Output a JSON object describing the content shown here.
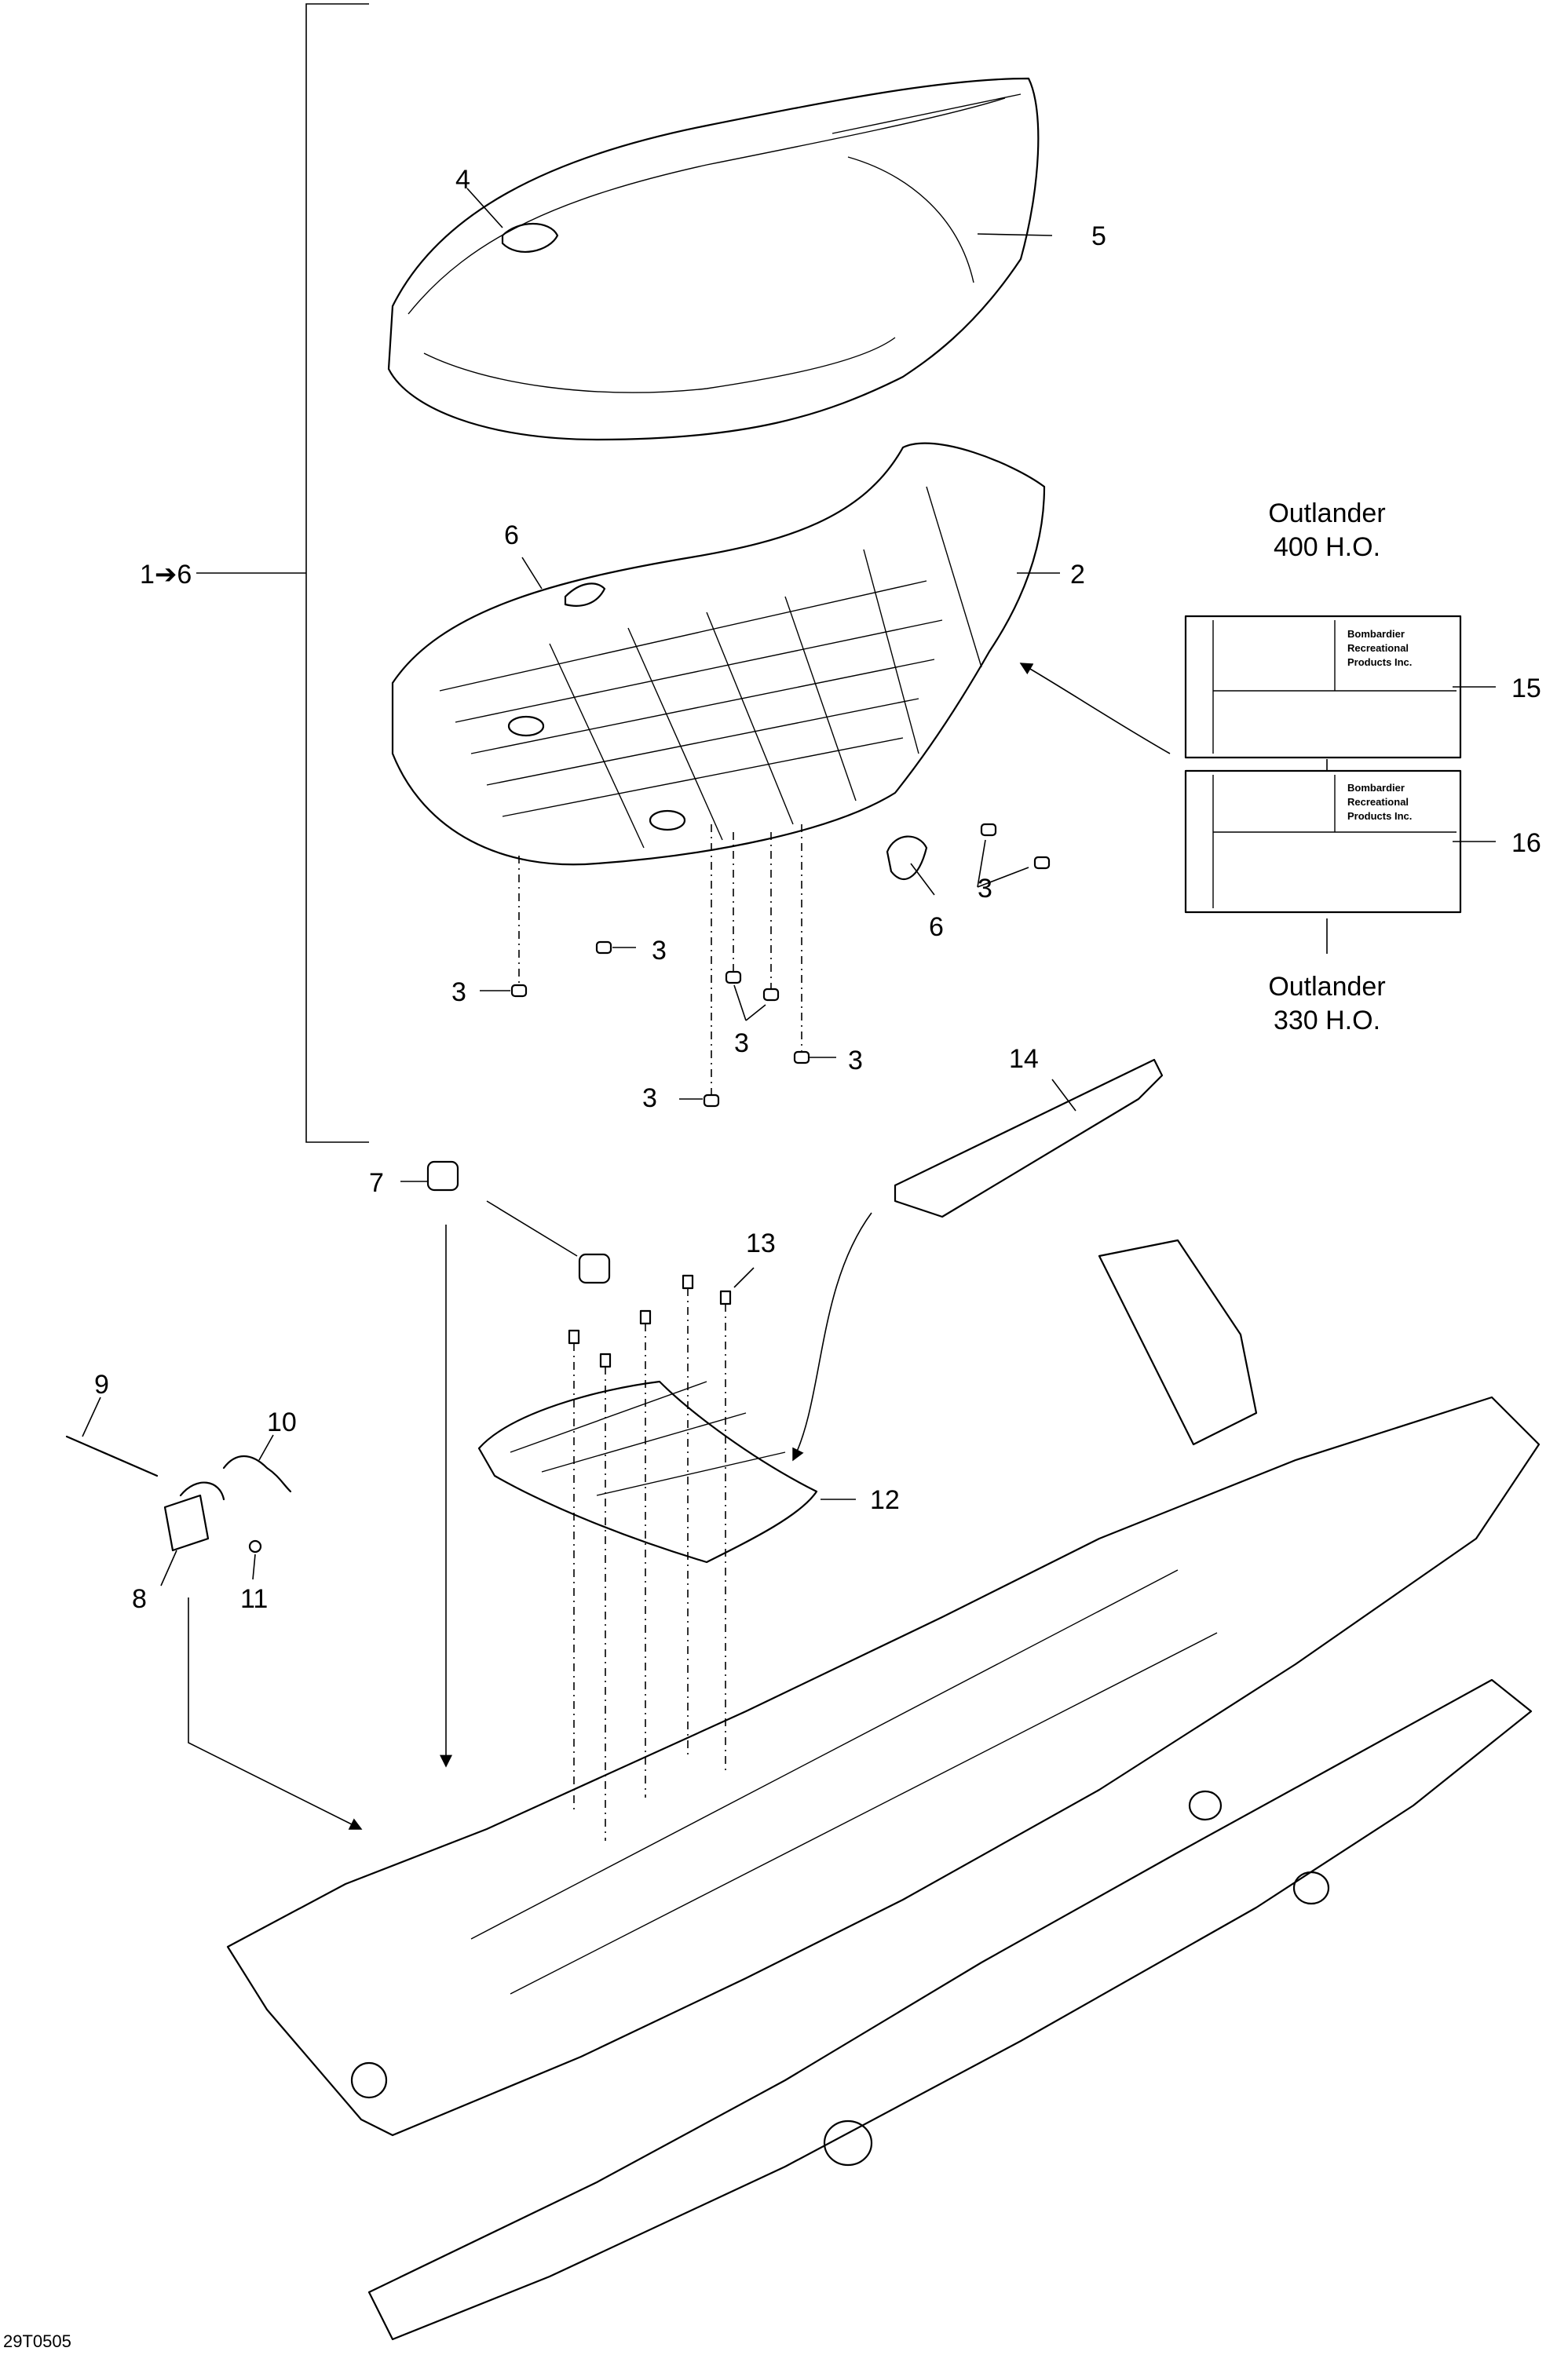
{
  "callouts": {
    "c1to6": "1➔6",
    "c2": "2",
    "c3a": "3",
    "c3b": "3",
    "c3c": "3",
    "c3d": "3",
    "c3e": "3",
    "c3f": "3",
    "c4": "4",
    "c5": "5",
    "c6a": "6",
    "c6b": "6",
    "c7": "7",
    "c8": "8",
    "c9": "9",
    "c10": "10",
    "c11": "11",
    "c12": "12",
    "c13": "13",
    "c14": "14",
    "c15": "15",
    "c16": "16"
  },
  "labels": {
    "top_model_line1": "Outlander",
    "top_model_line2": "400 H.O.",
    "bottom_model_line1": "Outlander",
    "bottom_model_line2": "330 H.O.",
    "decal_brand_line1": "Bombardier",
    "decal_brand_line2": "Recreational",
    "decal_brand_line3": "Products Inc."
  },
  "footer": {
    "drawing_code": "29T0505"
  }
}
